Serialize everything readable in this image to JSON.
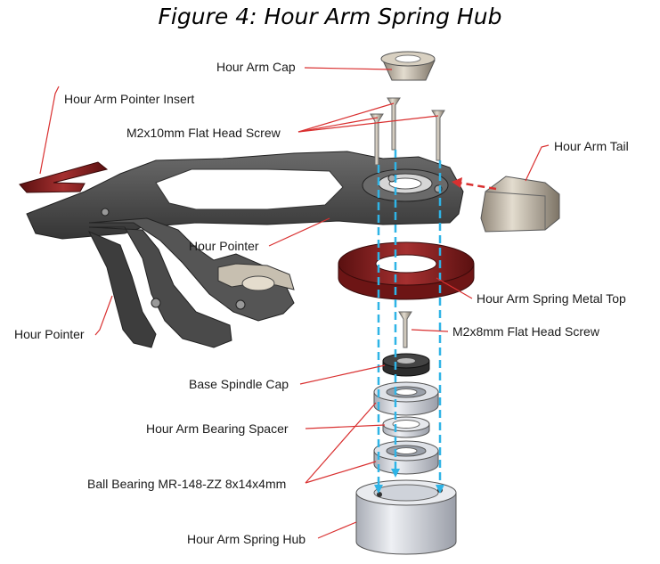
{
  "figure": {
    "title": "Figure 4: Hour Arm Spring Hub"
  },
  "labels": {
    "hour_arm_cap": "Hour Arm Cap",
    "hour_arm_pointer_insert": "Hour Arm Pointer Insert",
    "m2x10_screw": "M2x10mm Flat Head Screw",
    "hour_arm_tail": "Hour Arm Tail",
    "hour_pointer_upper": "Hour Pointer",
    "hour_arm_spring_metal_top": "Hour Arm Spring Metal Top",
    "hour_pointer_lower": "Hour Pointer",
    "m2x8_screw": "M2x8mm Flat Head Screw",
    "base_spindle_cap": "Base Spindle Cap",
    "hour_arm_bearing_spacer": "Hour Arm Bearing Spacer",
    "ball_bearing": "Ball Bearing MR-148-ZZ 8x14x4mm",
    "hour_arm_spring_hub": "Hour Arm Spring Hub"
  },
  "colors": {
    "leader_line": "#d93030",
    "axis_dash": "#2fb4e6",
    "metal_top": "#8a1f1f",
    "body_dark": "#4a4a4a",
    "hub_silver": "#c9ccd4"
  }
}
